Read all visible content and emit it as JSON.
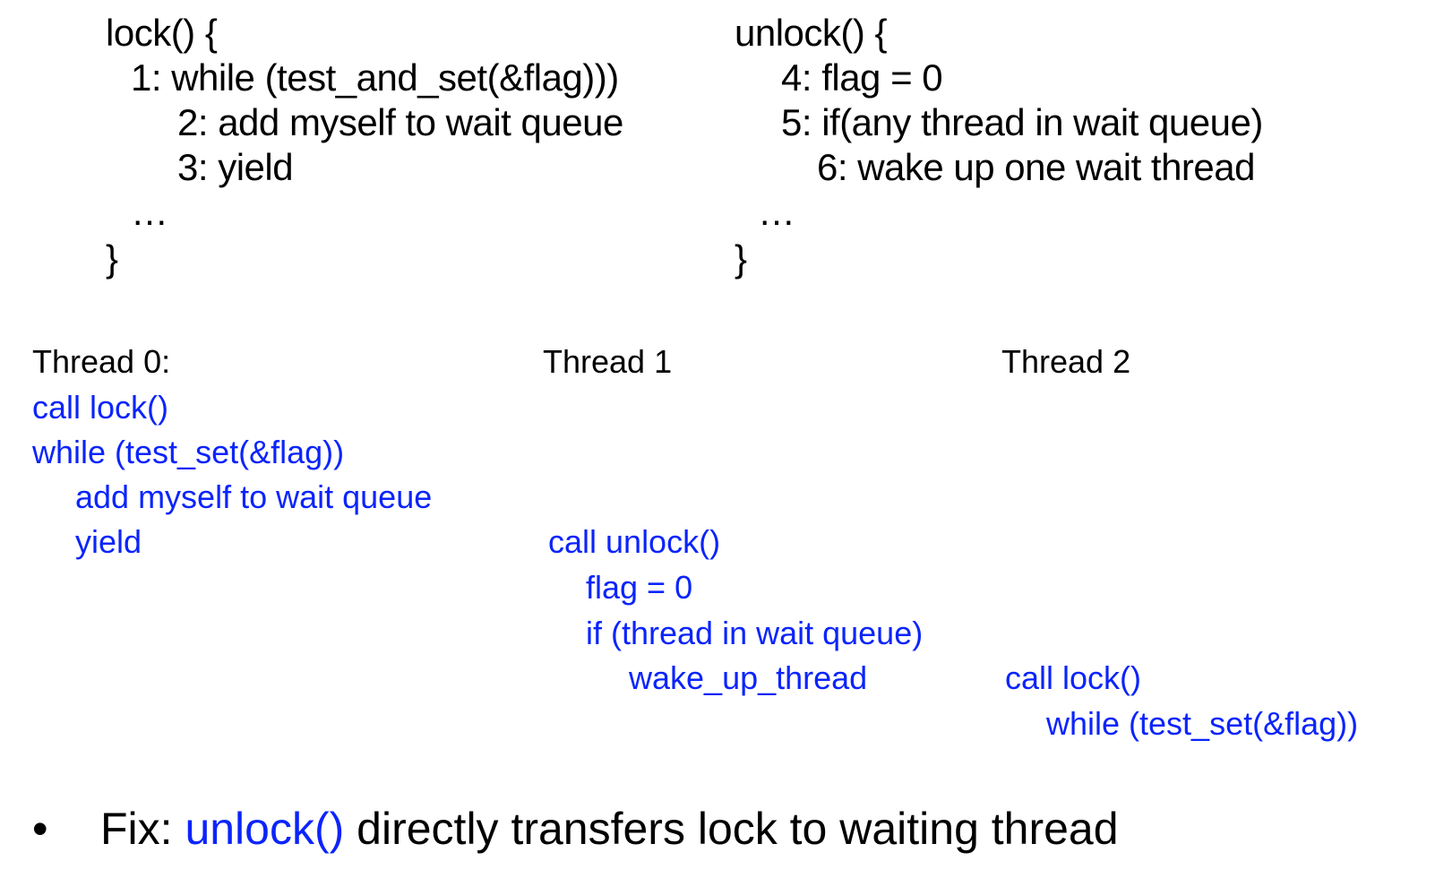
{
  "lock_code": {
    "lines": [
      "lock() {",
      "1: while (test_and_set(&flag)))",
      "2: add myself to wait queue",
      "3: yield",
      "…",
      "}"
    ]
  },
  "unlock_code": {
    "lines": [
      "unlock() {",
      "4: flag = 0",
      "5: if(any thread in wait queue)",
      "6: wake up one wait thread",
      "…",
      "}"
    ]
  },
  "threads": {
    "headers": [
      "Thread 0:",
      "Thread 1",
      "Thread 2"
    ],
    "thread0": [
      "call lock()",
      "while (test_set(&flag))",
      "add myself to wait queue",
      "yield"
    ],
    "thread1": [
      "call unlock()",
      "flag = 0",
      "if (thread in wait queue)",
      "wake_up_thread"
    ],
    "thread2": [
      "call lock()",
      "while (test_set(&flag))"
    ]
  },
  "bullet": {
    "marker": "•",
    "prefix": "Fix: ",
    "highlight": "unlock()",
    "suffix": " directly transfers lock to waiting thread"
  },
  "colors": {
    "trace_blue": "#0b24fb",
    "text_black": "#000000",
    "background": "#ffffff"
  }
}
